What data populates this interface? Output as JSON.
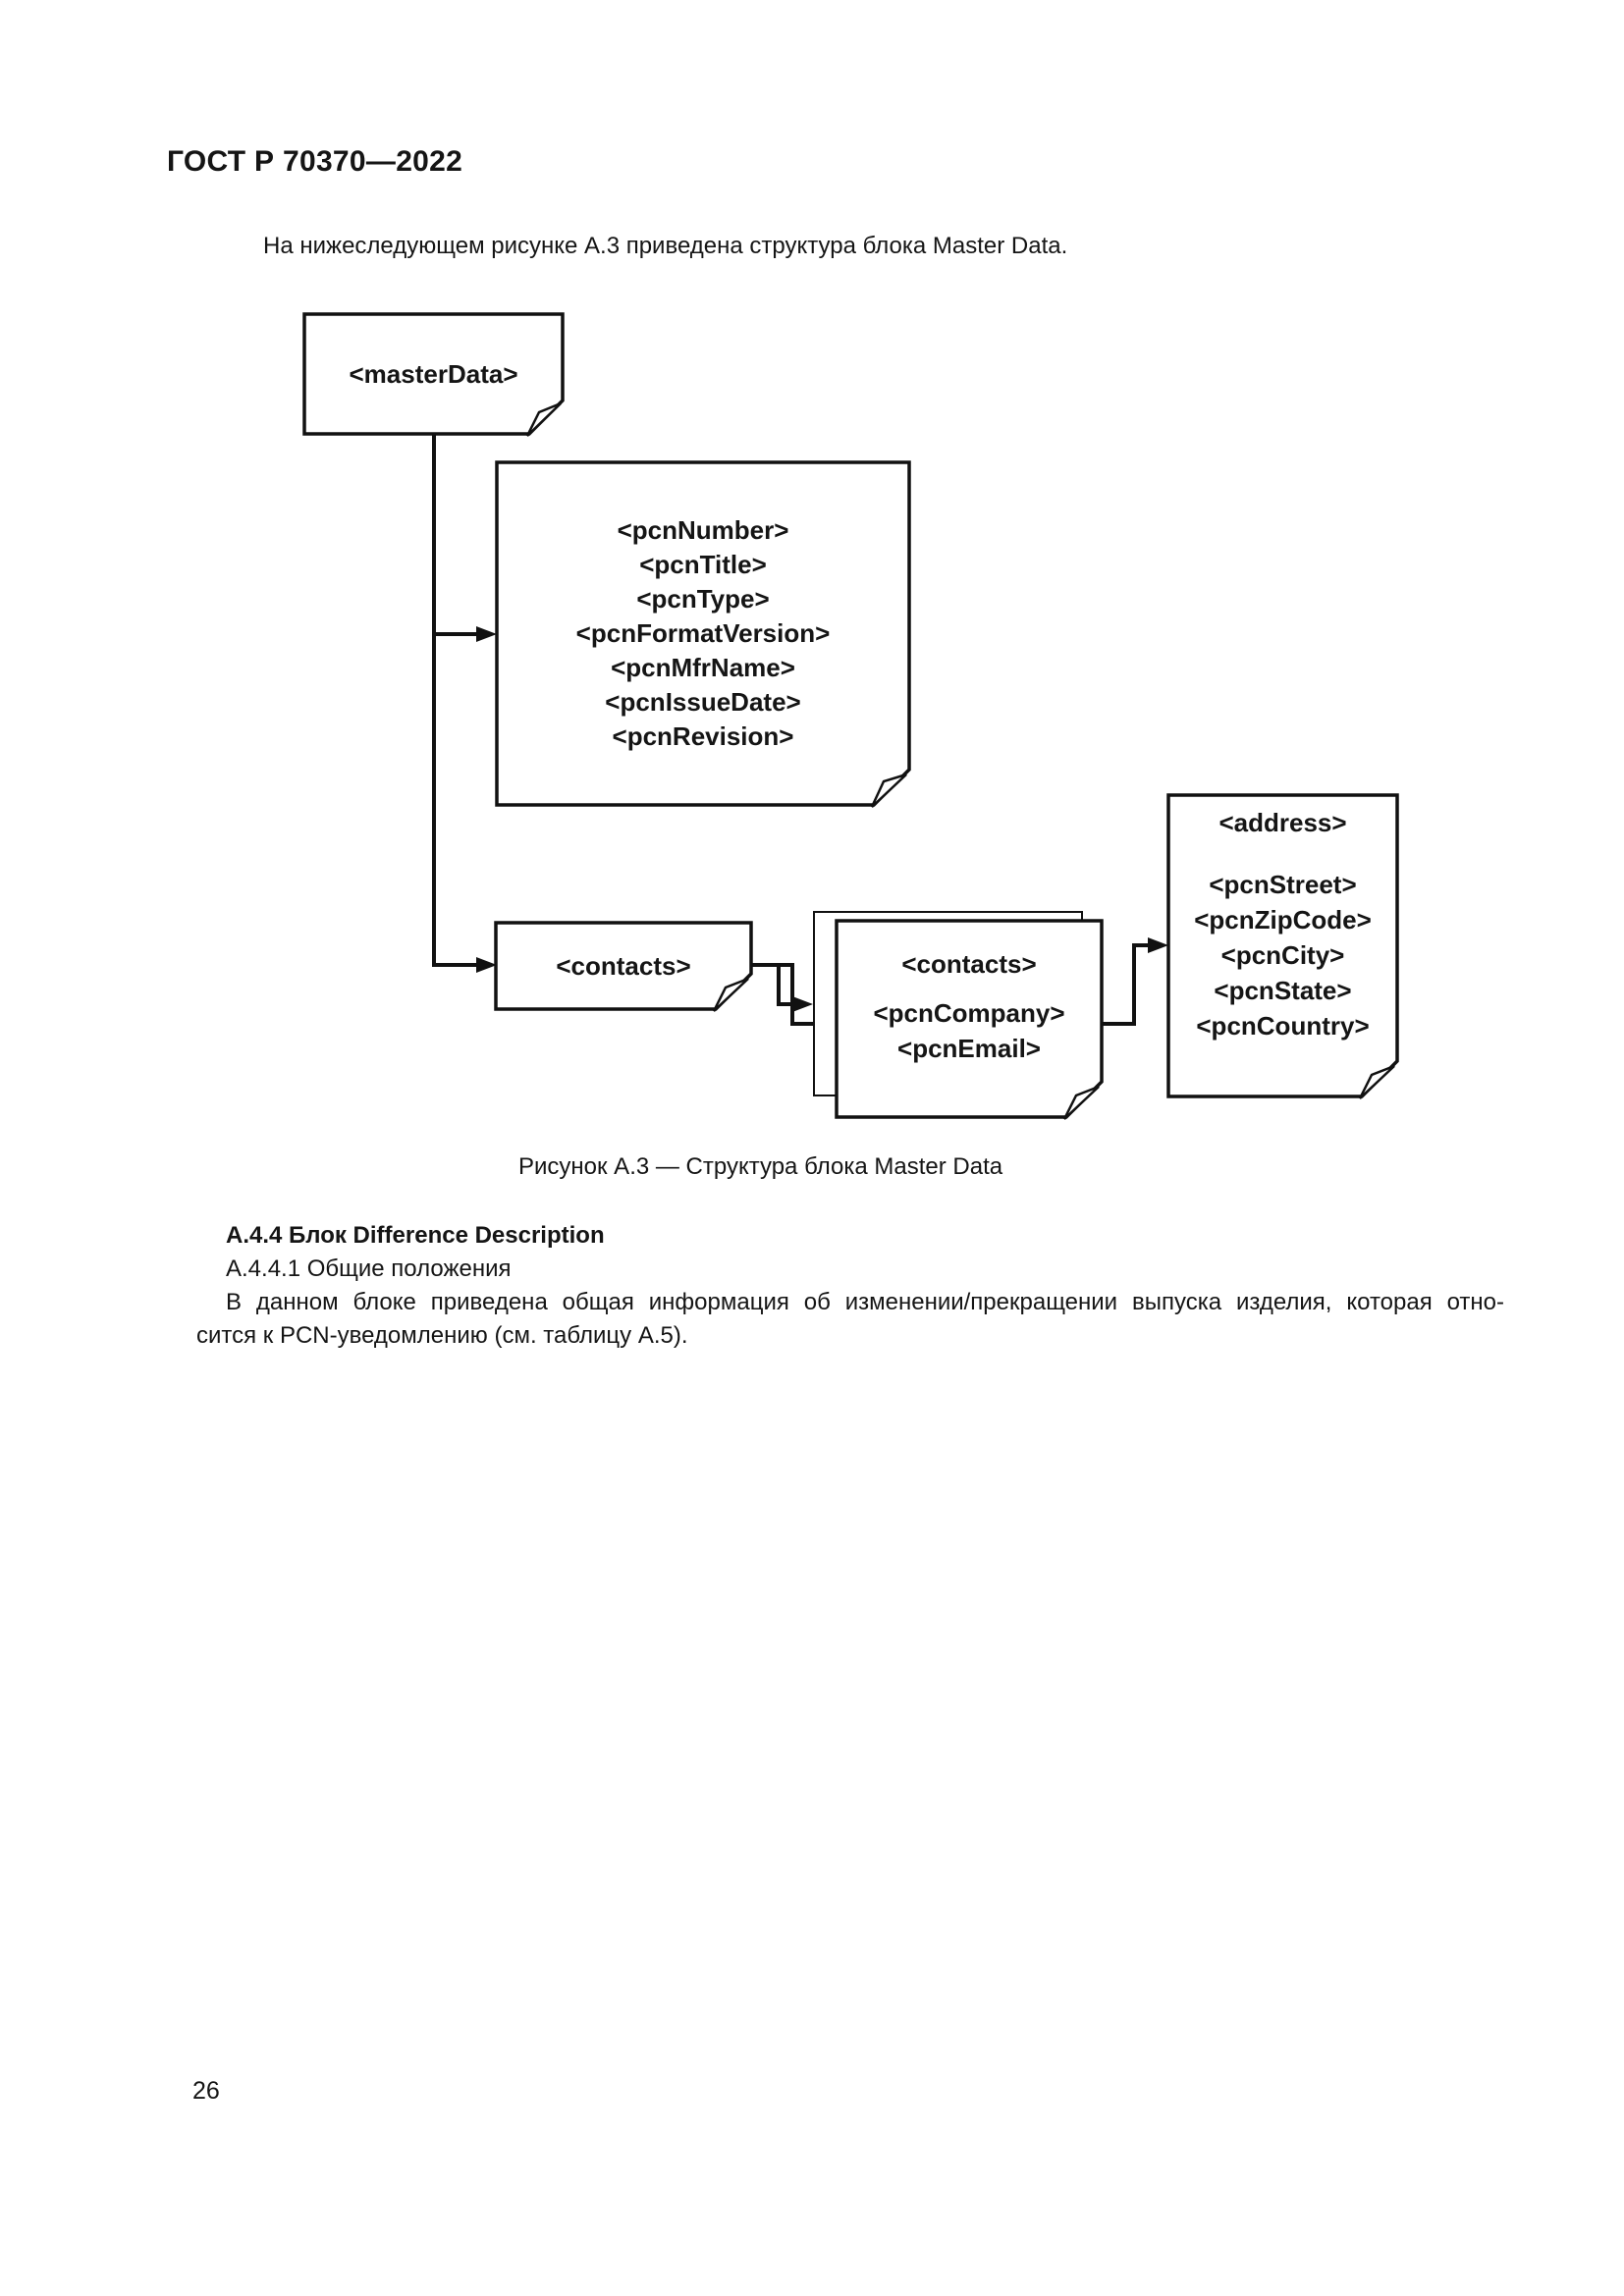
{
  "page": {
    "header": "ГОСТ Р 70370—2022",
    "intro": "На нижеследующем рисунке А.3 приведена структура блока Master Data.",
    "figure_caption": "Рисунок А.3 — Структура блока Master Data",
    "section_heading": "А.4.4 Блок Difference Description",
    "subsection_heading": "А.4.4.1 Общие положения",
    "body_paragraph_lines": [
      "В данном блоке приведена общая информация об изменении/прекращении выпуска изделия, которая отно-",
      "сится к PCN-уведомлению (см. таблицу А.5)."
    ],
    "page_number": "26"
  },
  "diagram": {
    "master_data": {
      "label": "<masterData>"
    },
    "pcn_fields": {
      "lines": [
        "<pcnNumber>",
        "<pcnTitle>",
        "<pcnType>",
        "<pcnFormatVersion>",
        "<pcnMfrName>",
        "<pcnIssueDate>",
        "<pcnRevision>"
      ]
    },
    "contacts": {
      "label": "<contacts>"
    },
    "contacts_detail": {
      "title": "<contacts>",
      "lines": [
        "<pcnCompany>",
        "<pcnEmail>"
      ]
    },
    "address": {
      "title": "<address>",
      "lines": [
        "<pcnStreet>",
        "<pcnZipCode>",
        "<pcnCity>",
        "<pcnState>",
        "<pcnCountry>"
      ]
    }
  }
}
